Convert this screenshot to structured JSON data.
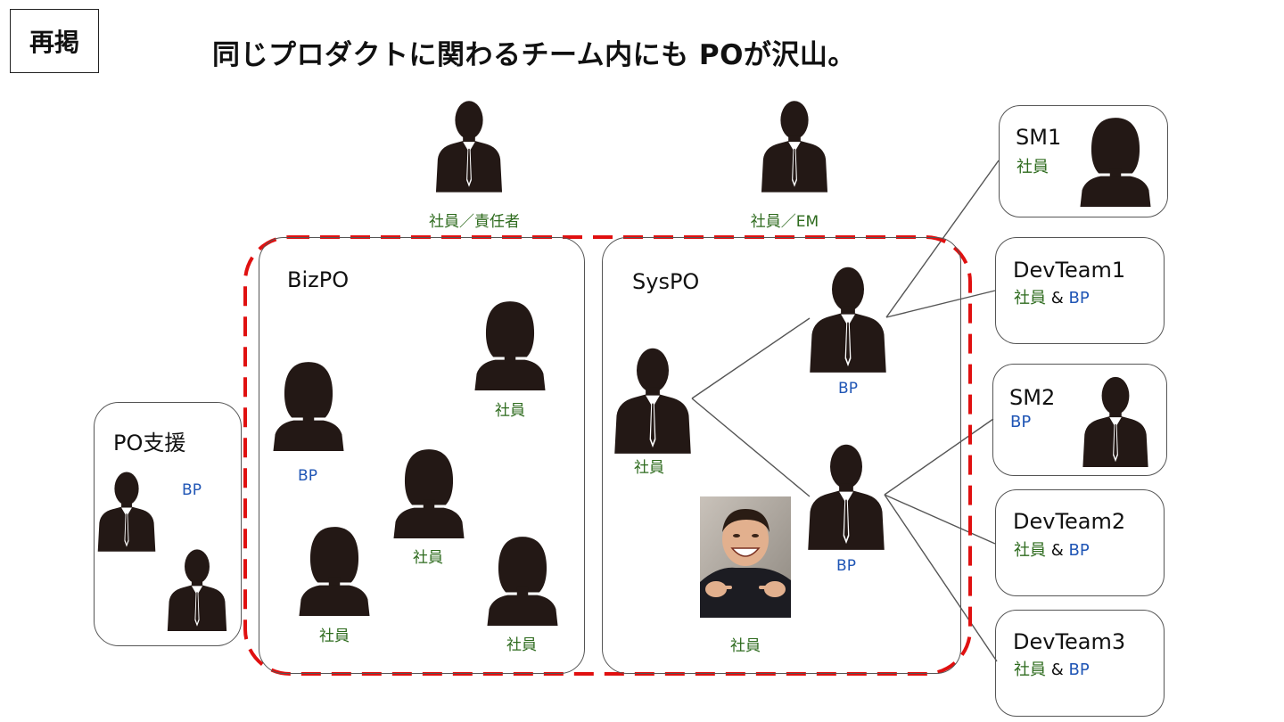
{
  "tag": "再掲",
  "title": "同じプロダクトに関わるチーム内にも  POが沢山。",
  "top_people": [
    {
      "label": "社員／責任者"
    },
    {
      "label": "社員／EM"
    }
  ],
  "groups": {
    "po_support": {
      "name": "PO支援",
      "bp": "BP"
    },
    "bizpo": {
      "name": "BizPO",
      "labels": [
        "BP",
        "社員",
        "社員",
        "社員",
        "社員"
      ]
    },
    "syspo": {
      "name": "SysPO",
      "labels": [
        "社員",
        "社員",
        "BP",
        "BP"
      ]
    }
  },
  "right_boxes": [
    {
      "name": "SM1",
      "role": "社員"
    },
    {
      "name": "DevTeam1",
      "role_a": "社員",
      "amp": " & ",
      "role_b": "BP"
    },
    {
      "name": "SM2",
      "role": "BP"
    },
    {
      "name": "DevTeam2",
      "role_a": "社員",
      "amp": " & ",
      "role_b": "BP"
    },
    {
      "name": "DevTeam3",
      "role_a": "社員",
      "amp": " & ",
      "role_b": "BP"
    }
  ],
  "colors": {
    "accent_red": "#e01010",
    "employee_green": "#2e6b1e",
    "bp_blue": "#1f55b5"
  },
  "icons": [
    "man-silhouette-icon",
    "woman-silhouette-icon",
    "person-photo"
  ]
}
